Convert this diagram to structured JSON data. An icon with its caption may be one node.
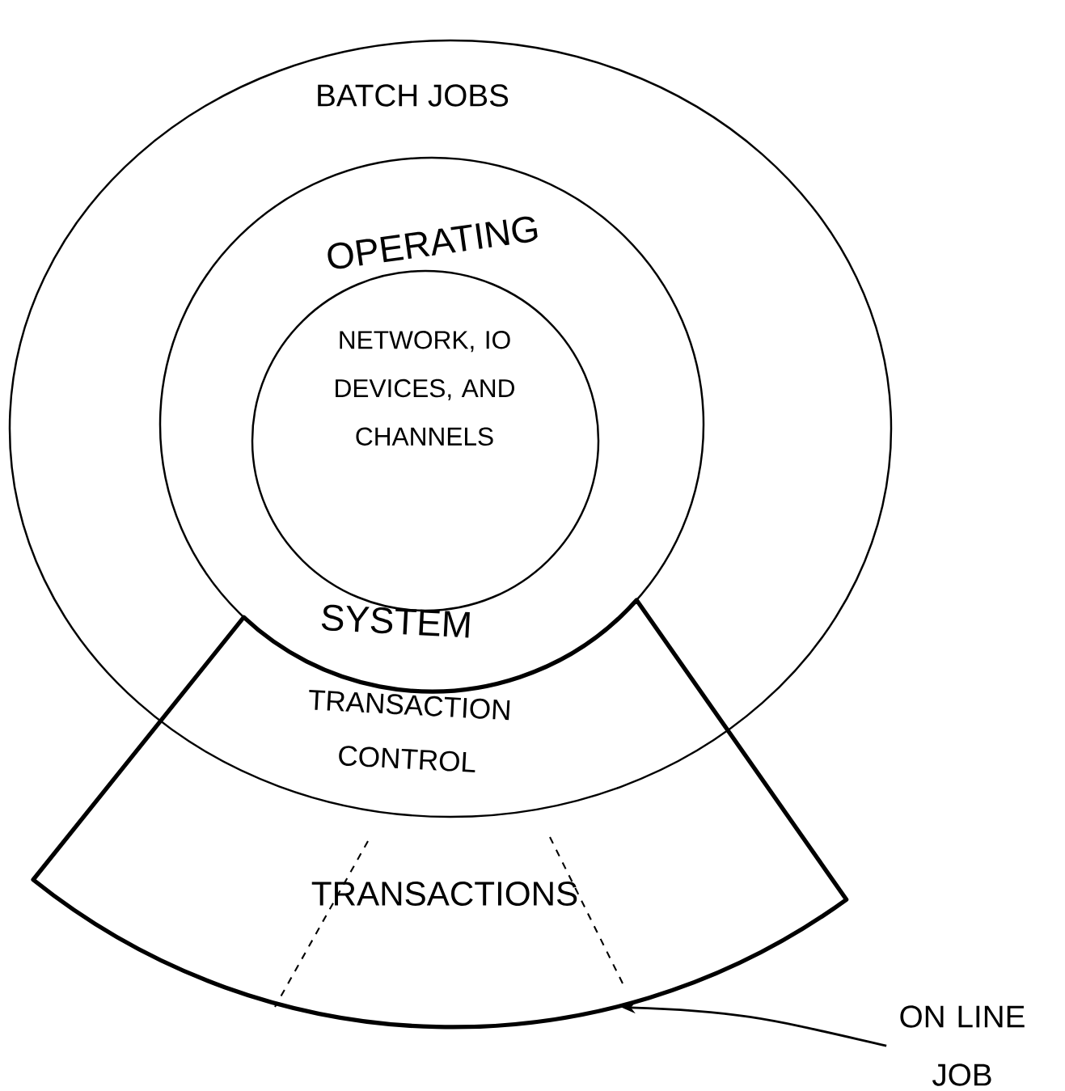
{
  "diagram": {
    "nodes": [
      {
        "text": [
          "BATCH JOBS"
        ]
      },
      {
        "text": [
          "OPERATING",
          "SYSTEM"
        ],
        "in": 0
      },
      {
        "text": [
          "NETWORK, IO DEVICES, AND CHANNELS"
        ],
        "in": 1
      },
      {
        "text": [
          "TRANSACTION CONTROL"
        ]
      },
      {
        "text": [
          "TRANSACTIONS"
        ]
      },
      {
        "text": [
          "ON LINE JOB"
        ]
      }
    ],
    "edges": [
      {
        "from": 5,
        "to": 4,
        "arrow": "to"
      }
    ]
  }
}
